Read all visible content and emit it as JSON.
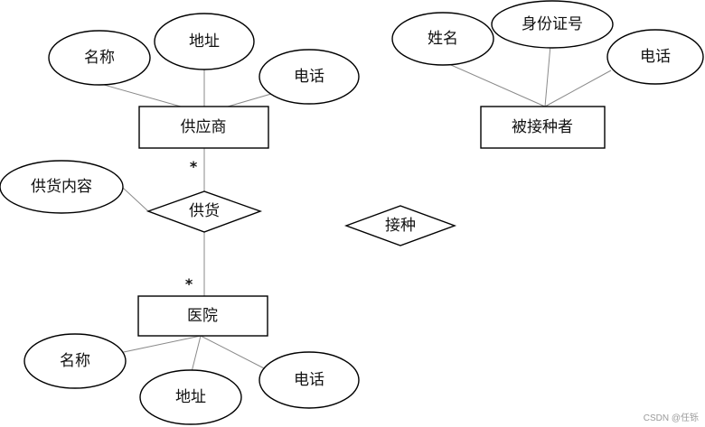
{
  "entities": {
    "supplier": "供应商",
    "recipient": "被接种者",
    "hospital": "医院"
  },
  "relationships": {
    "supply": "供货",
    "vaccinate": "接种"
  },
  "attributes": {
    "supplier_name": "名称",
    "supplier_address": "地址",
    "supplier_phone": "电话",
    "recipient_name": "姓名",
    "recipient_id": "身份证号",
    "recipient_phone": "电话",
    "supply_content": "供货内容",
    "hospital_name": "名称",
    "hospital_address": "地址",
    "hospital_phone": "电话"
  },
  "cardinality": {
    "supplier_side": "*",
    "hospital_side": "*"
  },
  "watermark": "CSDN @任铄"
}
